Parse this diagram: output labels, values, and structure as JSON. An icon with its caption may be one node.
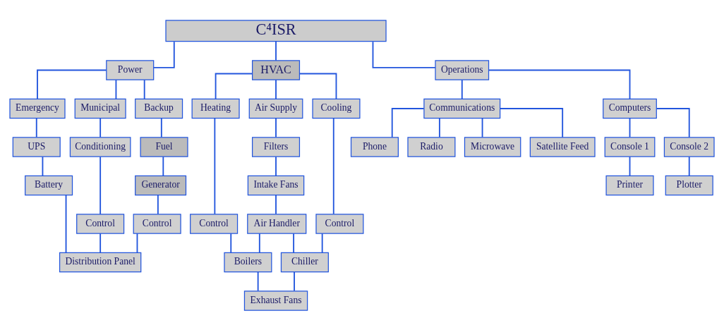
{
  "diagram": {
    "nodes": [
      {
        "text": [
          "C⁴ISR"
        ]
      },
      {
        "text": [
          "Power"
        ]
      },
      {
        "text": [
          "HVAC"
        ]
      },
      {
        "text": [
          "Operations"
        ]
      },
      {
        "text": [
          "Municipal"
        ]
      },
      {
        "text": [
          "Backup"
        ]
      },
      {
        "text": [
          "Emergency"
        ]
      },
      {
        "text": [
          "Conditioning"
        ]
      },
      {
        "text": [
          "Fuel"
        ]
      },
      {
        "text": [
          "UPS"
        ]
      },
      {
        "text": [
          "Control"
        ]
      },
      {
        "text": [
          "Generator"
        ]
      },
      {
        "text": [
          "Battery"
        ]
      },
      {
        "text": [
          "Control"
        ]
      },
      {
        "text": [
          "Distribution Panel"
        ]
      },
      {
        "text": [
          "Air Supply"
        ]
      },
      {
        "text": [
          "Cooling"
        ]
      },
      {
        "text": [
          "Heating"
        ]
      },
      {
        "text": [
          "Filters"
        ]
      },
      {
        "text": [
          "Control"
        ]
      },
      {
        "text": [
          "Control"
        ]
      },
      {
        "text": [
          "Intake Fans"
        ]
      },
      {
        "text": [
          "Air Handler"
        ]
      },
      {
        "text": [
          "Chiller"
        ]
      },
      {
        "text": [
          "Boilers"
        ]
      },
      {
        "text": [
          "Exhaust Fans"
        ]
      },
      {
        "text": [
          "Communications"
        ]
      },
      {
        "text": [
          "Computers"
        ]
      },
      {
        "text": [
          "Phone"
        ]
      },
      {
        "text": [
          "Radio"
        ]
      },
      {
        "text": [
          "Microwave"
        ]
      },
      {
        "text": [
          "Satellite Feed"
        ]
      },
      {
        "text": [
          "Console 1"
        ]
      },
      {
        "text": [
          "Console 2"
        ]
      },
      {
        "text": [
          "Printer"
        ]
      },
      {
        "text": [
          "Plotter"
        ]
      }
    ],
    "edges": [
      {
        "from": 0,
        "to": 1,
        "arrow": "none"
      },
      {
        "from": 0,
        "to": 2,
        "arrow": "none"
      },
      {
        "from": 0,
        "to": 3,
        "arrow": "none"
      },
      {
        "from": 1,
        "to": 4,
        "arrow": "none"
      },
      {
        "from": 1,
        "to": 5,
        "arrow": "none"
      },
      {
        "from": 1,
        "to": 6,
        "arrow": "none"
      },
      {
        "from": 4,
        "to": 7,
        "arrow": "none"
      },
      {
        "from": 7,
        "to": 10,
        "arrow": "none"
      },
      {
        "from": 10,
        "to": 14,
        "arrow": "none"
      },
      {
        "from": 5,
        "to": 8,
        "arrow": "none"
      },
      {
        "from": 8,
        "to": 11,
        "arrow": "none"
      },
      {
        "from": 11,
        "to": 13,
        "arrow": "none"
      },
      {
        "from": 13,
        "to": 14,
        "arrow": "none"
      },
      {
        "from": 6,
        "to": 9,
        "arrow": "none"
      },
      {
        "from": 9,
        "to": 12,
        "arrow": "none"
      },
      {
        "from": 12,
        "to": 14,
        "arrow": "none"
      },
      {
        "from": 2,
        "to": 15,
        "arrow": "none"
      },
      {
        "from": 2,
        "to": 16,
        "arrow": "none"
      },
      {
        "from": 2,
        "to": 17,
        "arrow": "none"
      },
      {
        "from": 15,
        "to": 18,
        "arrow": "none"
      },
      {
        "from": 18,
        "to": 21,
        "arrow": "none"
      },
      {
        "from": 21,
        "to": 22,
        "arrow": "none"
      },
      {
        "from": 22,
        "to": 23,
        "arrow": "none"
      },
      {
        "from": 22,
        "to": 24,
        "arrow": "none"
      },
      {
        "from": 16,
        "to": 19,
        "arrow": "none"
      },
      {
        "from": 19,
        "to": 23,
        "arrow": "none"
      },
      {
        "from": 17,
        "to": 20,
        "arrow": "none"
      },
      {
        "from": 20,
        "to": 24,
        "arrow": "none"
      },
      {
        "from": 23,
        "to": 25,
        "arrow": "none"
      },
      {
        "from": 24,
        "to": 25,
        "arrow": "none"
      },
      {
        "from": 3,
        "to": 26,
        "arrow": "none"
      },
      {
        "from": 3,
        "to": 27,
        "arrow": "none"
      },
      {
        "from": 26,
        "to": 28,
        "arrow": "none"
      },
      {
        "from": 26,
        "to": 29,
        "arrow": "none"
      },
      {
        "from": 26,
        "to": 30,
        "arrow": "none"
      },
      {
        "from": 26,
        "to": 31,
        "arrow": "none"
      },
      {
        "from": 27,
        "to": 32,
        "arrow": "none"
      },
      {
        "from": 27,
        "to": 33,
        "arrow": "none"
      },
      {
        "from": 32,
        "to": 34,
        "arrow": "none"
      },
      {
        "from": 33,
        "to": 35,
        "arrow": "none"
      }
    ]
  }
}
